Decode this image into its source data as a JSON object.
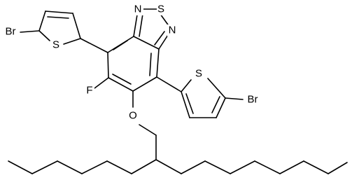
{
  "atoms": {
    "n_top": "N",
    "s_ring": "S",
    "n_right": "N",
    "br_left": "Br",
    "s_left_thiophene": "S",
    "s_right_thiophene": "S",
    "br_right": "Br",
    "fluorine": "F",
    "oxygen": "O"
  }
}
